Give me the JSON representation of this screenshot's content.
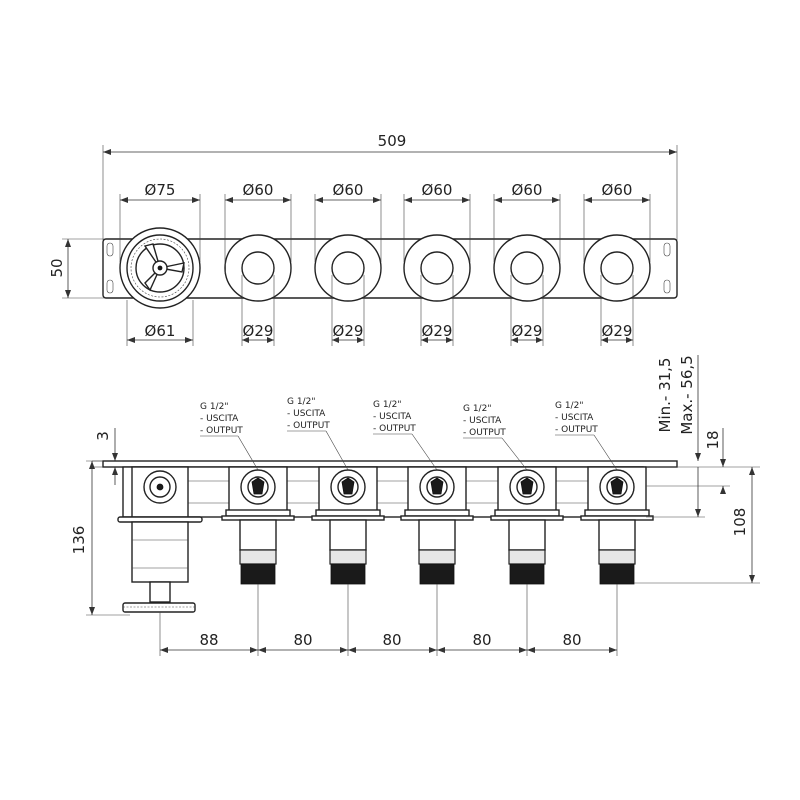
{
  "top_view": {
    "overall_width": "509",
    "height": "50",
    "bezel_diameters": [
      "Ø75",
      "Ø60",
      "Ø60",
      "Ø60",
      "Ø60",
      "Ø60"
    ],
    "inner_diameters": [
      "Ø61",
      "Ø29",
      "Ø29",
      "Ø29",
      "Ø29",
      "Ø29"
    ]
  },
  "side_view": {
    "outlets": [
      {
        "thread": "G 1/2\"",
        "it": "- USCITA",
        "en": "- OUTPUT"
      },
      {
        "thread": "G 1/2\"",
        "it": "- USCITA",
        "en": "- OUTPUT"
      },
      {
        "thread": "G 1/2\"",
        "it": "- USCITA",
        "en": "- OUTPUT"
      },
      {
        "thread": "G 1/2\"",
        "it": "- USCITA",
        "en": "- OUTPUT"
      },
      {
        "thread": "G 1/2\"",
        "it": "- USCITA",
        "en": "- OUTPUT"
      }
    ],
    "plate_thickness": "3",
    "depth_total": "136",
    "depth_right": "108",
    "offset": "18",
    "depth_min": "Min.- 31,5",
    "depth_max": "Max.- 56,5",
    "spacings": [
      "88",
      "80",
      "80",
      "80",
      "80"
    ]
  }
}
